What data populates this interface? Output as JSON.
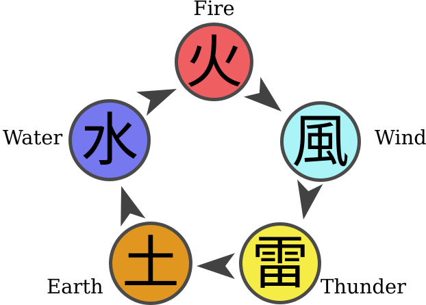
{
  "diagram": {
    "elements": [
      {
        "id": "fire",
        "label": "Fire",
        "kanji": "火",
        "color": "#ef5f62"
      },
      {
        "id": "wind",
        "label": "Wind",
        "kanji": "風",
        "color": "#aaf4f7"
      },
      {
        "id": "thunder",
        "label": "Thunder",
        "kanji": "雷",
        "color": "#f5ec45"
      },
      {
        "id": "earth",
        "label": "Earth",
        "kanji": "土",
        "color": "#e1971f"
      },
      {
        "id": "water",
        "label": "Water",
        "kanji": "水",
        "color": "#7678f0"
      }
    ],
    "edges": [
      {
        "from": "Fire",
        "to": "Wind"
      },
      {
        "from": "Wind",
        "to": "Thunder"
      },
      {
        "from": "Thunder",
        "to": "Earth"
      },
      {
        "from": "Earth",
        "to": "Water"
      },
      {
        "from": "Water",
        "to": "Fire"
      }
    ],
    "circle_border_color": "#4a4a4a",
    "arrow_color": "#424242",
    "text_color": "#000000"
  }
}
